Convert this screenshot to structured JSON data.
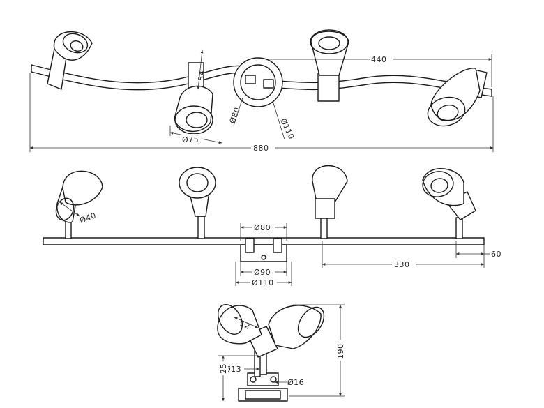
{
  "top_view": {
    "dims": {
      "span_right": "440",
      "shade_depth": "54",
      "shade_diameter": "Ø75",
      "base_inner": "Ø80",
      "base_outer": "Ø110",
      "overall_length": "880"
    }
  },
  "front_view": {
    "dims": {
      "arm_diameter": "Ø40",
      "base_top": "Ø80",
      "base_mid": "Ø90",
      "base_bottom": "Ø110",
      "end_offset": "60",
      "spot_spacing": "330"
    }
  },
  "side_view": {
    "dims": {
      "height": "190",
      "arm_len": "12",
      "stem_diameter": "Ø13",
      "stem_height": "25",
      "joint_diameter": "Ø16"
    }
  }
}
